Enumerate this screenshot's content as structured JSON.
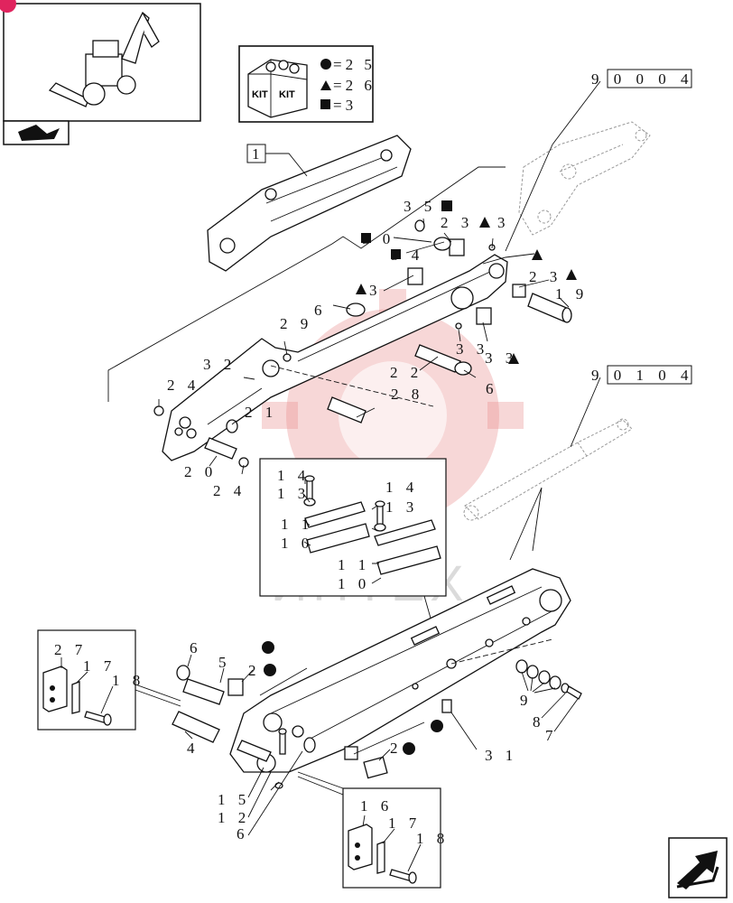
{
  "kit_legend": {
    "kit_label_1": "KIT",
    "kit_label_2": "KIT",
    "circle_line": "=2 5",
    "triangle_line": "=2 6",
    "square_line": "=3"
  },
  "refs": {
    "ref_top": "9 0 0   0 4",
    "ref_mid": "9 0 1   0 4"
  },
  "boxed_callout": "1",
  "watermark": "ИНТЕХ",
  "callouts": {
    "c35": "3 5",
    "c30": "3 0",
    "c34": "3 4",
    "c23a": "2 3",
    "c3a": "3",
    "c23b": "2 3",
    "c19": "1 9",
    "c3b": "3",
    "c6a": "6",
    "c29": "2 9",
    "c33": "3 3",
    "c33b": "3 3",
    "c32": "3 2",
    "c22": "2 2",
    "c24a": "2 4",
    "c28": "2 8",
    "c6b": "6",
    "c21": "2 1",
    "c20": "2 0",
    "c24b": "2 4",
    "c14a": "1 4",
    "c13a": "1 3",
    "c14b": "1 4",
    "c13b": "1 3",
    "c11a": "1 1",
    "c10a": "1 0",
    "c11b": "1 1",
    "c10b": "1 0",
    "c6c": "6",
    "c5": "5",
    "c2a": "2",
    "c27": "2 7",
    "c17a": "1 7",
    "c18a": "1 8",
    "c4": "4",
    "c9": "9",
    "c8": "8",
    "c7": "7",
    "c2b": "2",
    "c31": "3 1",
    "c15": "1 5",
    "c12": "1 2",
    "c6d": "6",
    "c16": "1 6",
    "c17b": "1 7",
    "c18b": "1 8"
  }
}
